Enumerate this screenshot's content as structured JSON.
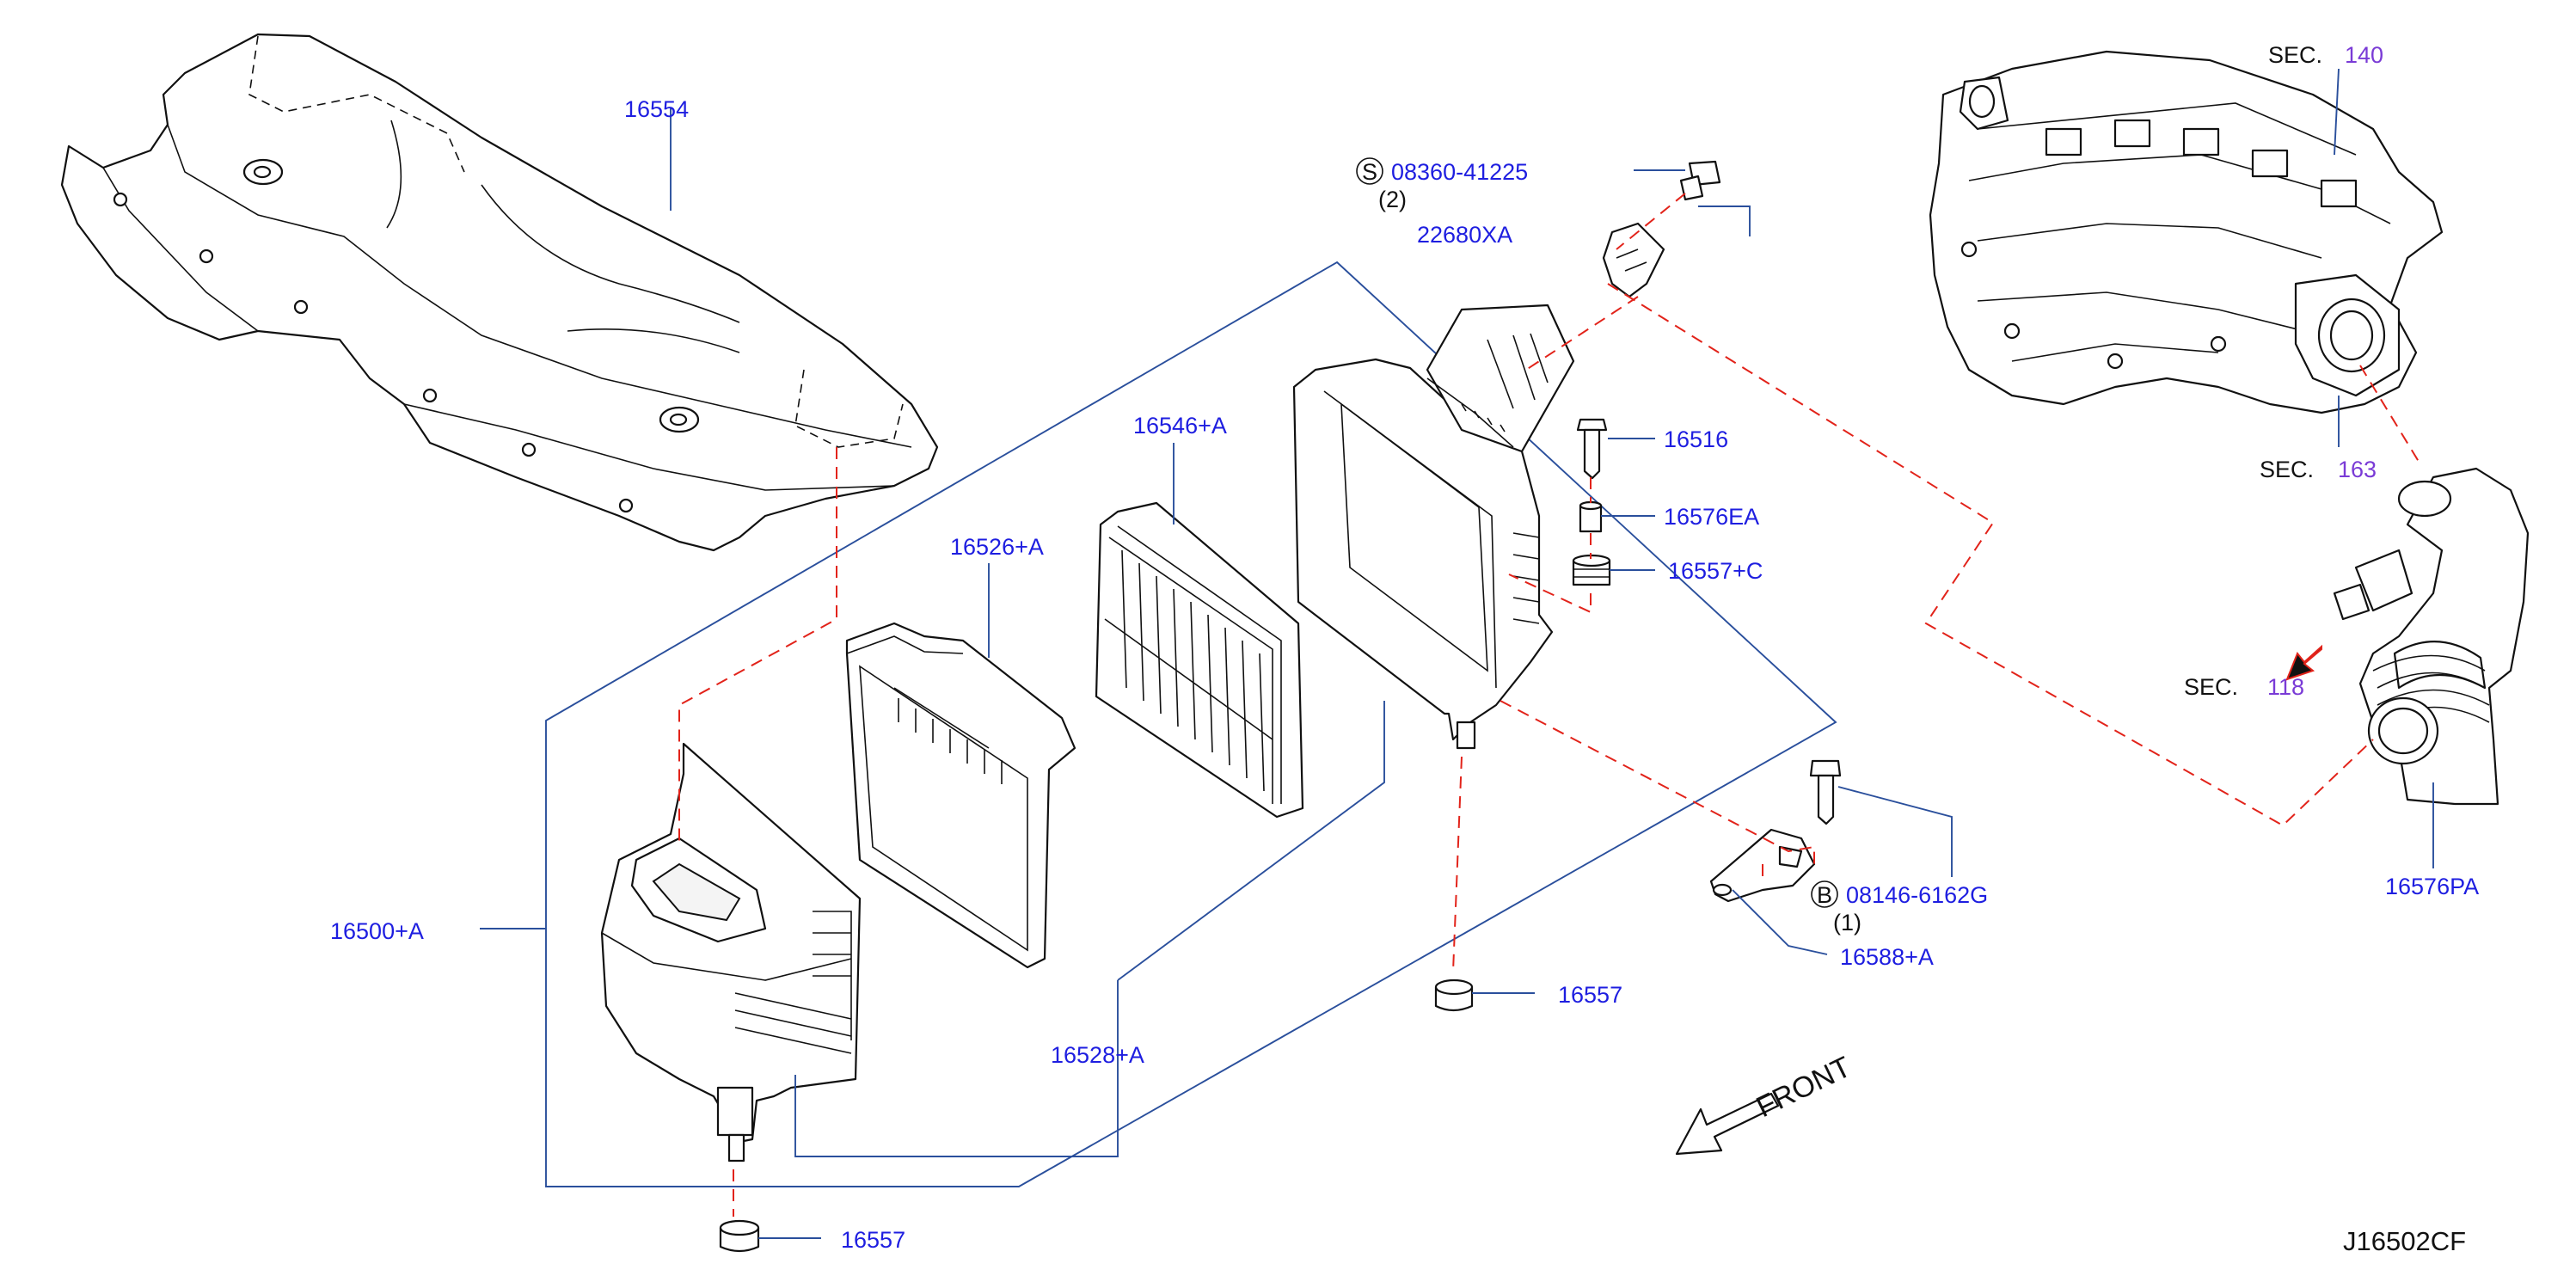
{
  "diagram_id": "J16502CF",
  "front_label": "FRONT",
  "parts": {
    "p16554": "16554",
    "p16546a": "16546+A",
    "p16526a": "16526+A",
    "p16500a": "16500+A",
    "p16528a": "16528+A",
    "p16516": "16516",
    "p16576ea": "16576EA",
    "p16557c": "16557+C",
    "p16557_mid": "16557",
    "p16557_bottom": "16557",
    "p16588a": "16588+A",
    "p16576pa": "16576PA",
    "p22680xa": "22680XA",
    "bolt_s_number": "08360-41225",
    "bolt_s_badge": "S",
    "bolt_s_qty": "(2)",
    "bolt_b_number": "08146-6162G",
    "bolt_b_badge": "B",
    "bolt_b_qty": "(1)"
  },
  "sections": {
    "sec_prefix": "SEC.",
    "sec140": "140",
    "sec163": "163",
    "sec118": "118"
  },
  "colors": {
    "label_blue": "#1e1ee0",
    "leader_blue": "#2a4f9c",
    "dashed_red": "#e2231a",
    "section_purple": "#7a3bd6"
  }
}
